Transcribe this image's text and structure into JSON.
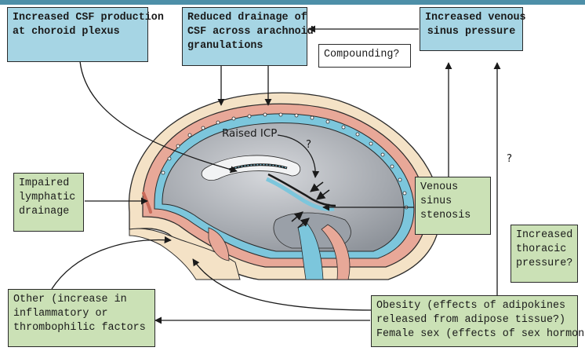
{
  "nodes": {
    "csf_production": "Increased CSF production\nat choroid plexus",
    "reduced_drainage": "Reduced drainage of\nCSF across arachnoid\ngranulations",
    "venous_pressure": "Increased venous\nsinus pressure",
    "compounding": "Compounding?",
    "impaired_lymphatic": "Impaired\nlymphatic\ndrainage",
    "venous_stenosis": "Venous\nsinus\nstenosis",
    "thoracic_pressure": "Increased\nthoracic\npressure?",
    "other_factors": "Other (increase in\ninflammatory or\nthrombophilic factors",
    "obesity_sex": "Obesity (effects of adipokines\nreleased from adipose tissue?)\nFemale sex (effects of sex hormones?)"
  },
  "labels": {
    "raised_icp": "Raised ICP",
    "question_icp": "?",
    "question_right": "?"
  },
  "colors": {
    "cause_box_blue": "#a6d5e4",
    "factor_box_green": "#cbe1b6",
    "csf_blue": "#7cc6dc",
    "dura_pink": "#e8a898",
    "scalp_beige": "#f4e2c6",
    "brain_grey": "#a9adb3"
  }
}
